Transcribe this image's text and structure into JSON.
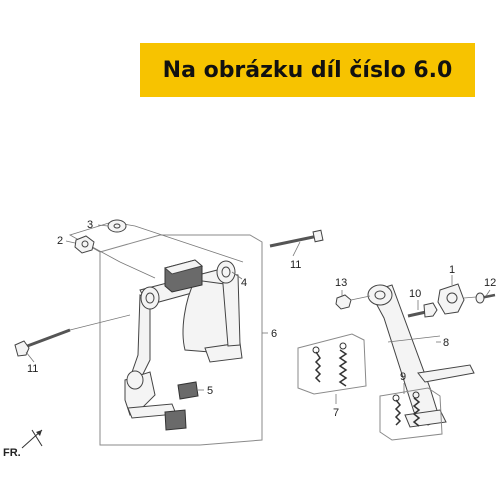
{
  "banner": {
    "text": "Na obrázku díl číslo 6.0",
    "background": "#f7c300"
  },
  "callouts": [
    {
      "id": "c1",
      "text": "1"
    },
    {
      "id": "c2",
      "text": "2"
    },
    {
      "id": "c3",
      "text": "3"
    },
    {
      "id": "c4",
      "text": "4"
    },
    {
      "id": "c5",
      "text": "5"
    },
    {
      "id": "c6",
      "text": "6"
    },
    {
      "id": "c7",
      "text": "7"
    },
    {
      "id": "c8",
      "text": "8"
    },
    {
      "id": "c9",
      "text": "9"
    },
    {
      "id": "c10",
      "text": "10"
    },
    {
      "id": "c11a",
      "text": "11"
    },
    {
      "id": "c11b",
      "text": "11"
    },
    {
      "id": "c12",
      "text": "12"
    },
    {
      "id": "c13",
      "text": "13"
    }
  ],
  "orientation": {
    "label": "FR."
  }
}
